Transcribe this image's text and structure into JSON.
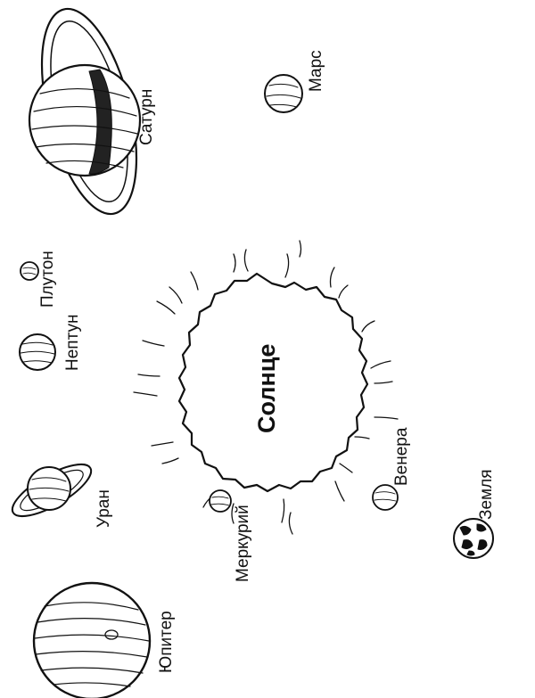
{
  "labels": {
    "sun": "Солнце",
    "mercury": "Меркурий",
    "venus": "Венера",
    "earth": "Земля",
    "mars": "Марс",
    "jupiter": "Юпитер",
    "saturn": "Сатурн",
    "uranus": "Уран",
    "neptune": "Нептун",
    "pluto": "Плутон"
  },
  "colors": {
    "ink": "#111111",
    "background": "#ffffff"
  }
}
